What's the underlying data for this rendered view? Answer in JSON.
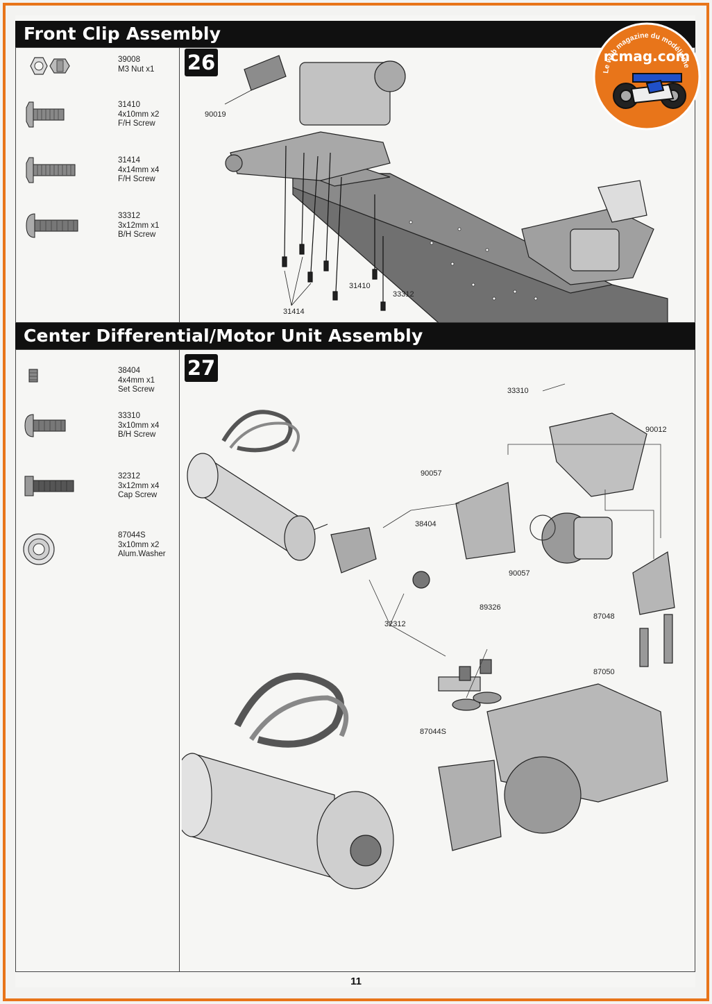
{
  "sections": [
    {
      "title": "Front Clip Assembly",
      "step": "26",
      "parts": [
        {
          "code": "39008",
          "size": "M3 Nut x1",
          "type": "",
          "icon": "nut-icon"
        },
        {
          "code": "31410",
          "size": "4x10mm x2",
          "type": "F/H Screw",
          "icon": "flat-head-screw-icon"
        },
        {
          "code": "31414",
          "size": "4x14mm x4",
          "type": "F/H Screw",
          "icon": "flat-head-screw-long-icon"
        },
        {
          "code": "33312",
          "size": "3x12mm x1",
          "type": "B/H Screw",
          "icon": "button-head-screw-icon"
        }
      ],
      "callouts": {
        "c90019": "90019",
        "c31410": "31410",
        "c33312": "33312",
        "c31414": "31414"
      }
    },
    {
      "title": "Center Differential/Motor Unit Assembly",
      "step": "27",
      "parts": [
        {
          "code": "38404",
          "size": "4x4mm x1",
          "type": "Set Screw",
          "icon": "set-screw-icon"
        },
        {
          "code": "33310",
          "size": "3x10mm x4",
          "type": "B/H Screw",
          "icon": "button-head-screw-icon"
        },
        {
          "code": "32312",
          "size": "3x12mm x4",
          "type": "Cap Screw",
          "icon": "cap-screw-icon"
        },
        {
          "code": "87044S",
          "size": "3x10mm x2",
          "type": "Alum.Washer",
          "icon": "washer-icon"
        }
      ],
      "callouts": {
        "c33310": "33310",
        "c90012": "90012",
        "c90057a": "90057",
        "c38404": "38404",
        "c90057b": "90057",
        "c89326": "89326",
        "c32312": "32312",
        "c87048": "87048",
        "c87050": "87050",
        "c87044S": "87044S"
      }
    }
  ],
  "logo": {
    "text": "rcmag.com",
    "tagline": "Le web magazine du modélisme"
  },
  "page_number": "11",
  "colors": {
    "frame": "#e8751a",
    "bar": "#101010",
    "logo_blue": "#2050c8"
  }
}
